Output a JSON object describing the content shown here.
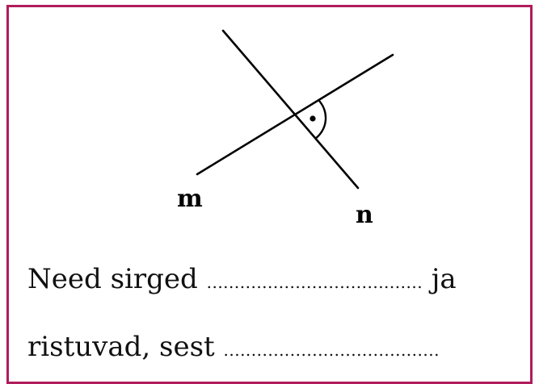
{
  "diagram": {
    "labels": {
      "m": "m",
      "n": "n"
    }
  },
  "text": {
    "line1": {
      "before": "Need sirged",
      "blank": ".......................................",
      "after": "ja"
    },
    "line2": {
      "before": "ristuvad, sest",
      "blank": "......................................."
    }
  },
  "colors": {
    "border": "#b01c5c",
    "stroke": "#000000"
  }
}
